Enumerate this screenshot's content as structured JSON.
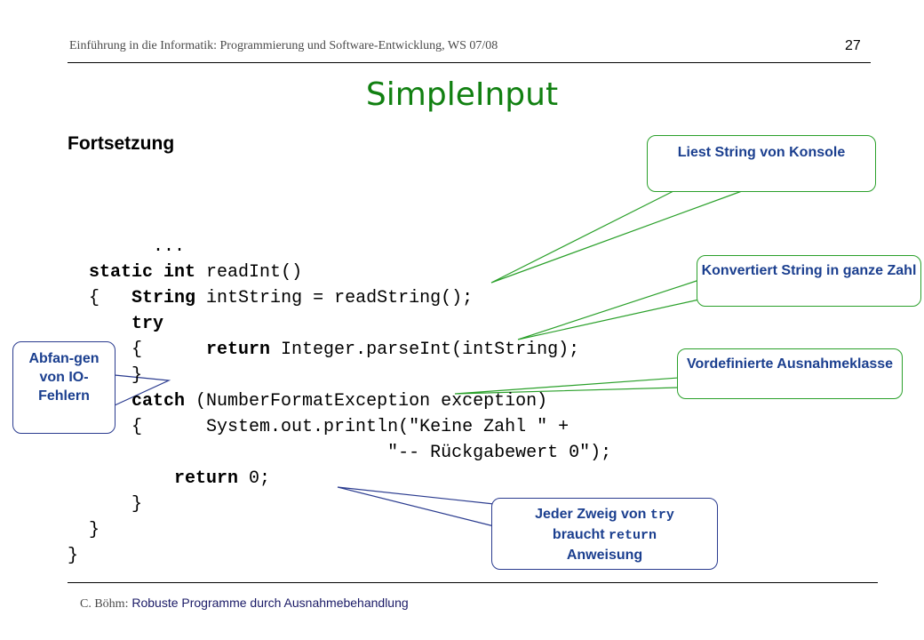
{
  "header": {
    "course": "Einführung in die Informatik: Programmierung und Software-Entwicklung, WS 07/08",
    "page_number": "27"
  },
  "title": "SimpleInput",
  "subtitle": "Fortsetzung",
  "code": {
    "l1": "...",
    "l2_kw": "static int",
    "l2_rest": " readInt()",
    "l3_a": "{   ",
    "l3_kw": "String",
    "l3_rest": " intString = readString();",
    "l4": "try",
    "l5_a": "{      ",
    "l5_kw": "return",
    "l5_rest": " Integer.parseInt(intString);",
    "l6": "}",
    "l7_kw": "catch",
    "l7_rest": " (NumberFormatException exception)",
    "l8": "{      System.out.println(\"Keine Zahl \" +",
    "l9": "\"-- Rückgabewert 0\");",
    "l10_kw": "return",
    "l10_rest": " 0;",
    "l11": "}",
    "l12": "}",
    "l13": "}"
  },
  "callouts": {
    "liest": "Liest String von Konsole",
    "konvertiert": "Konvertiert String in ganze Zahl",
    "vordefiniert": "Vordefinierte Ausnahmeklasse",
    "abfangen": "Abfan-gen von IO-Fehlern",
    "jeder_a": "Jeder Zweig von",
    "jeder_try": "try",
    "jeder_b": "braucht",
    "jeder_return": "return",
    "jeder_c": "Anweisung"
  },
  "footer": {
    "author": "C. Böhm:",
    "topic": "Robuste Programme durch Ausnahmebehandlung"
  }
}
